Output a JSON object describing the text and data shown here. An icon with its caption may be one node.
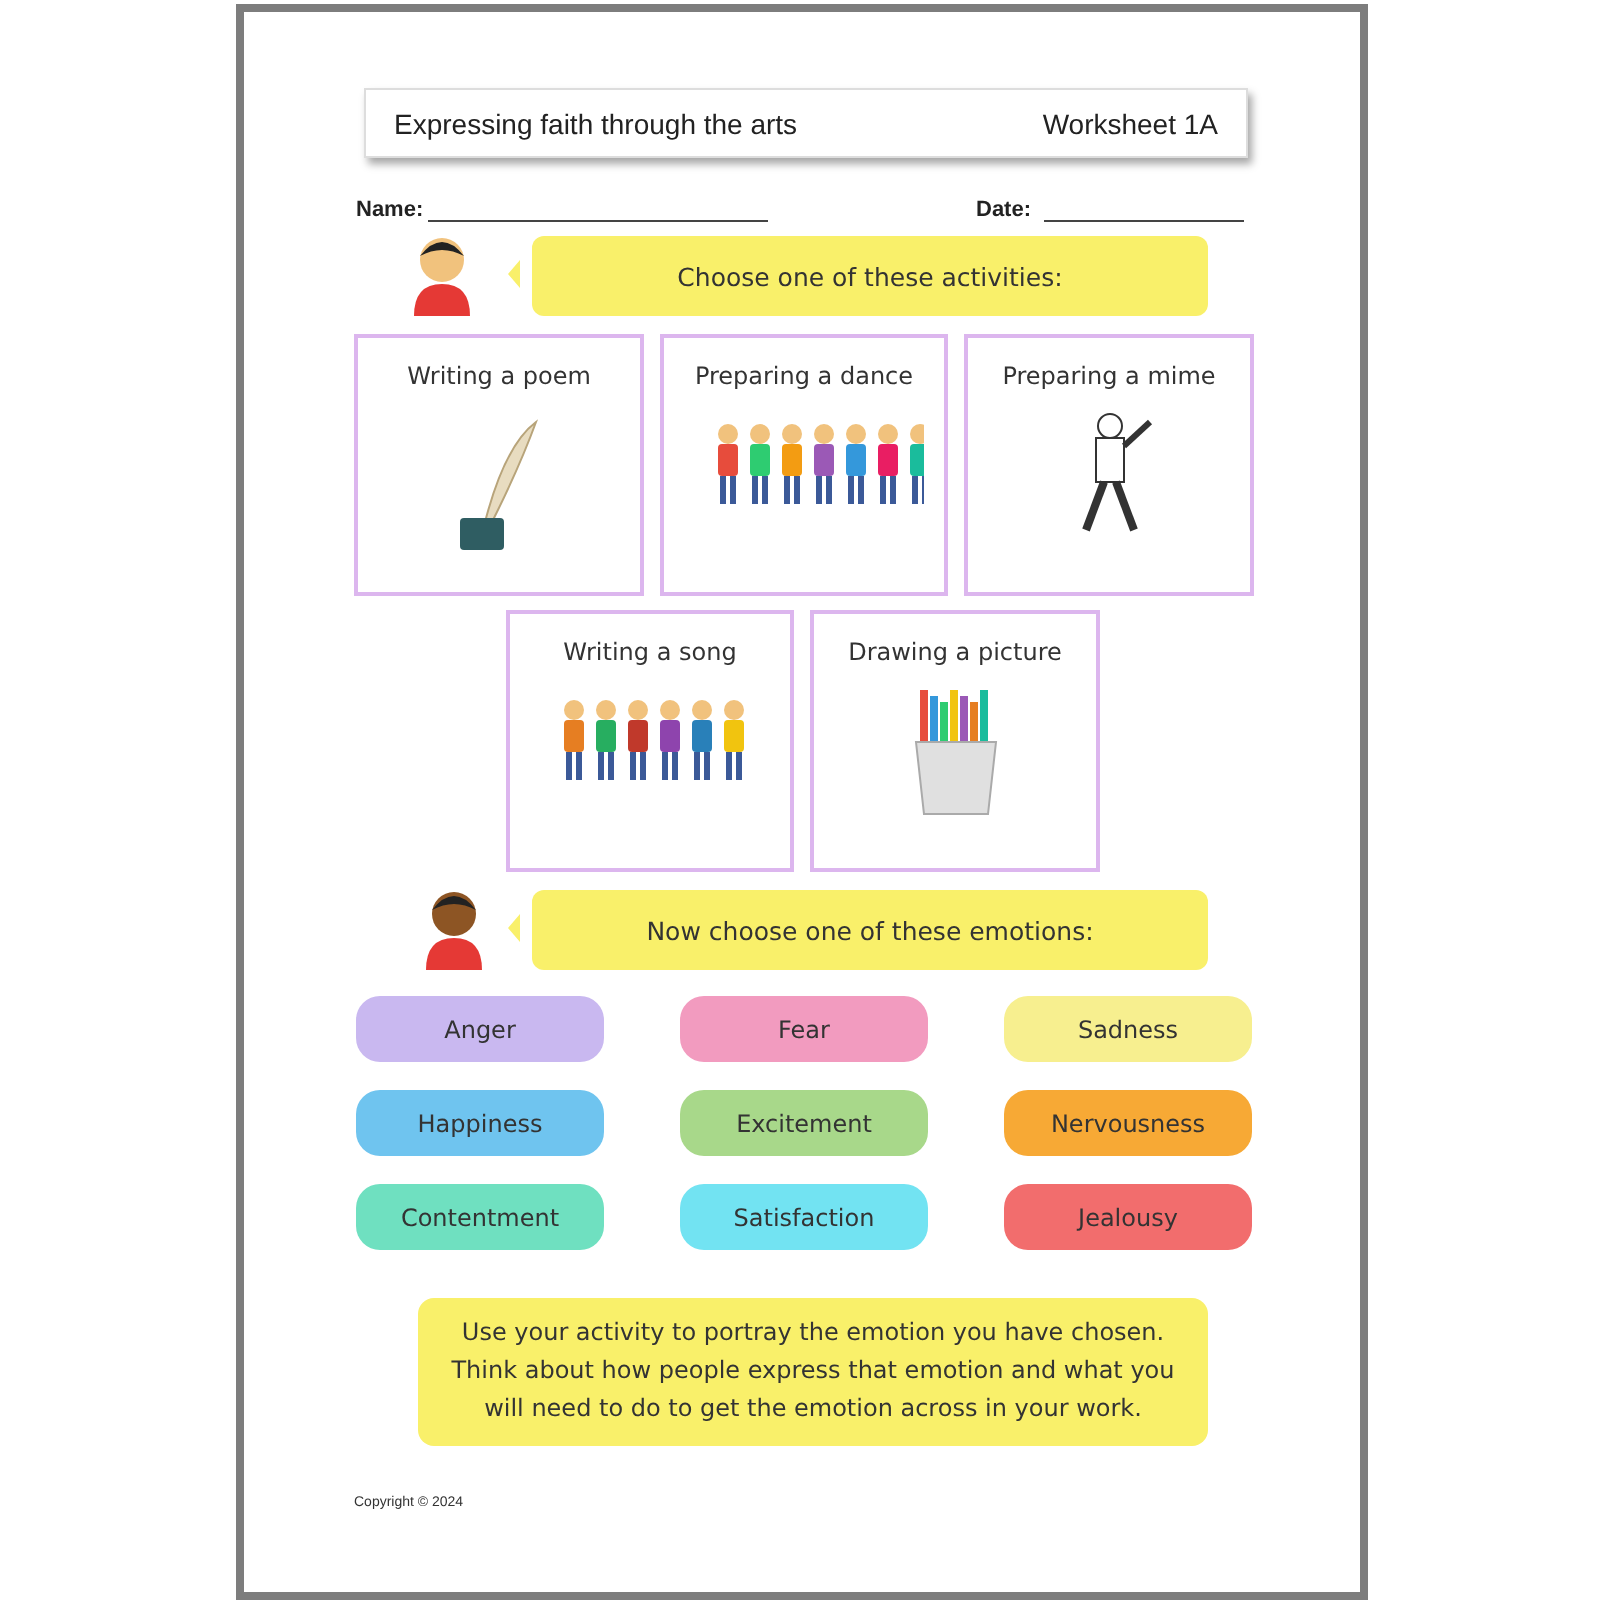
{
  "diagram": {
    "nodes": [
      {
        "text": [
          "Expressing faith through the arts",
          "Worksheet 1A"
        ]
      },
      {
        "text": [
          "Choose one of these activities:"
        ]
      },
      {
        "text": [
          "Writing a poem"
        ]
      },
      {
        "text": [
          "Preparing a dance"
        ]
      },
      {
        "text": [
          "Preparing a mime"
        ]
      },
      {
        "text": [
          "Writing a song"
        ]
      },
      {
        "text": [
          "Drawing a picture"
        ]
      },
      {
        "text": [
          "Now choose one of these emotions:"
        ]
      },
      {
        "text": [
          "Anger"
        ]
      },
      {
        "text": [
          "Fear"
        ]
      },
      {
        "text": [
          "Sadness"
        ]
      },
      {
        "text": [
          "Happiness"
        ]
      },
      {
        "text": [
          "Excitement"
        ]
      },
      {
        "text": [
          "Nervousness"
        ]
      },
      {
        "text": [
          "Contentment"
        ]
      },
      {
        "text": [
          "Satisfaction"
        ]
      },
      {
        "text": [
          "Jealousy"
        ]
      },
      {
        "text": [
          "Use your activity to portray the emotion you have chosen. Think about how people express that emotion and what you will need to do to get the emotion across in your work."
        ]
      }
    ],
    "labels": [
      "Name:",
      "Date:",
      "Copyright © 2024"
    ]
  }
}
